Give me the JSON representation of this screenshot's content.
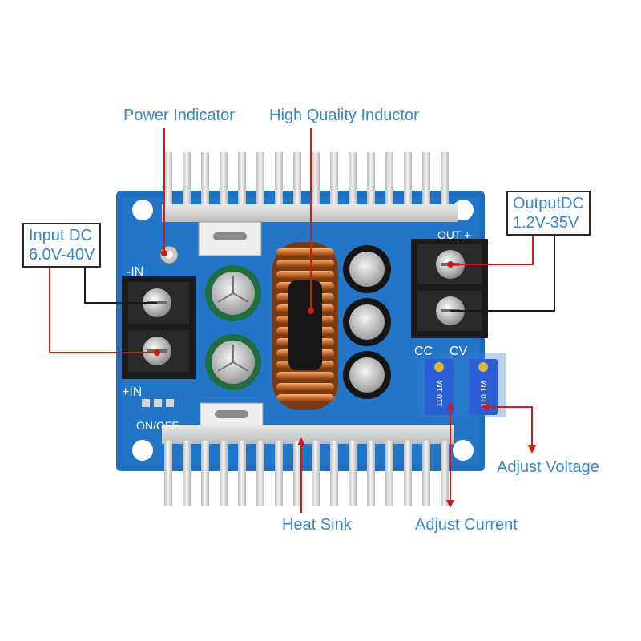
{
  "labels": {
    "power_indicator": "Power Indicator",
    "inductor": "High Quality Inductor",
    "input_title": "Input DC",
    "input_range": "6.0V-40V",
    "output_title": "OutputDC",
    "output_range": "1.2V-35V",
    "adjust_voltage": "Adjust Voltage",
    "adjust_current": "Adjust Current",
    "heat_sink": "Heat Sink"
  },
  "silkscreen": {
    "neg_in": "-IN",
    "pos_in": "+IN",
    "on_off": "ON/OFF",
    "out_pos": "OUT +",
    "cc": "CC",
    "cv": "CV",
    "pot_code": "110 1M"
  },
  "colors": {
    "pcb": "#1f6fc0",
    "pointer": "#d11a1a",
    "label_text": "#3a86c8",
    "heatsink": "#d9d9d9",
    "copper": "#c9722e",
    "terminal": "#1b1b1b",
    "capacitor_green": "#1f6e3d",
    "trimpot_blue": "#2a5fd6"
  },
  "icons": [
    "pcb-board",
    "heatsink-fins",
    "toroid-inductor",
    "screw-terminal",
    "electrolytic-capacitor",
    "trimmer-potentiometer",
    "led-indicator"
  ]
}
